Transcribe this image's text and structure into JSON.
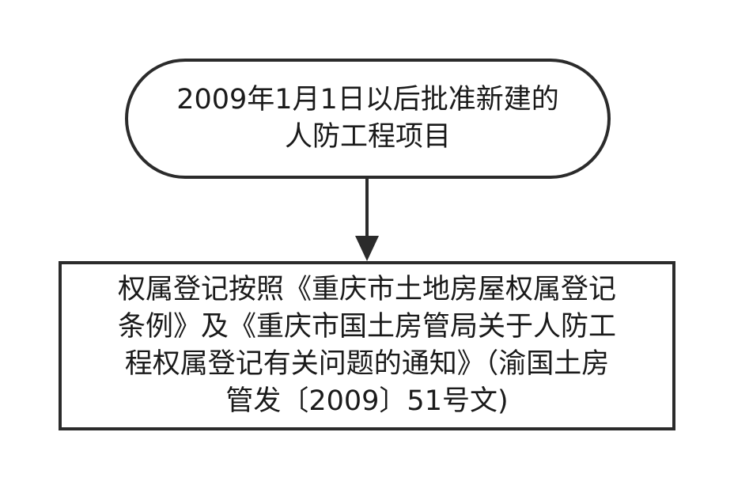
{
  "diagram": {
    "nodes": [
      {
        "id": "start",
        "shape": "rounded-terminal",
        "lines": [
          "2009年1月1日以后批准新建的",
          "人防工程项目"
        ]
      },
      {
        "id": "registration",
        "shape": "rectangle",
        "lines": [
          "权属登记按照《重庆市土地房屋权属登记",
          "条例》及《重庆市国土房管局关于人防工",
          "程权属登记有关问题的通知》（渝国土房",
          "管发〔2009〕51号文)"
        ]
      }
    ],
    "edges": [
      {
        "from": "start",
        "to": "registration"
      }
    ],
    "colors": {
      "stroke": "#2b2b2b",
      "text": "#1a1a1a",
      "background": "#ffffff"
    }
  }
}
